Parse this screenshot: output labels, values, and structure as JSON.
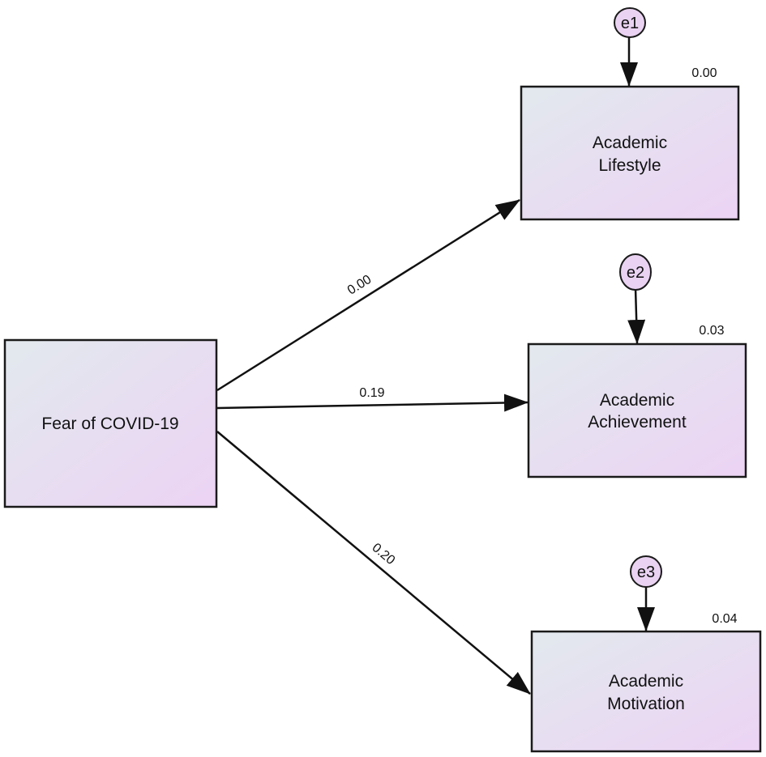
{
  "nodes": {
    "fear": {
      "label_lines": [
        "Fear of COVID-19"
      ]
    },
    "lifestyle": {
      "label_lines": [
        "Academic",
        "Lifestyle"
      ],
      "r2": "0.00",
      "error": "e1"
    },
    "achievement": {
      "label_lines": [
        "Academic",
        "Achievement"
      ],
      "r2": "0.03",
      "error": "e2"
    },
    "motivation": {
      "label_lines": [
        "Academic",
        "Motivation"
      ],
      "r2": "0.04",
      "error": "e3"
    }
  },
  "paths": {
    "fear_to_lifestyle": "0.00",
    "fear_to_achievement": "0.19",
    "fear_to_motivation": "0.20"
  },
  "colors": {
    "box_gradient_start": "#e2e9ee",
    "box_gradient_end": "#ecd3f4",
    "error_fill": "#ead3f2",
    "stroke": "#1a1a1a"
  }
}
